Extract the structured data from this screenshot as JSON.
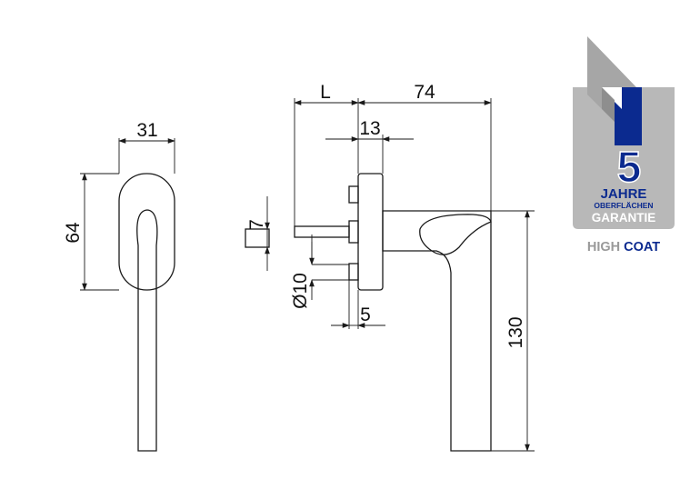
{
  "dimensions": {
    "width_front": "31",
    "height_front": "64",
    "length": "L",
    "projection": "74",
    "rosette_depth": "13",
    "spindle": "7",
    "diameter": "Ø10",
    "offset": "5",
    "height_total": "130"
  },
  "badge": {
    "number": "5",
    "line1": "JAHRE",
    "line2": "OBERFLÄCHEN",
    "line3": "GARANTIE",
    "brand_high": "HIGH",
    "brand_coat": "COAT",
    "colors": {
      "grey": "#b8b8b8",
      "dark_grey": "#8e8e8e",
      "blue": "#0b2a8f",
      "white": "#ffffff"
    }
  }
}
